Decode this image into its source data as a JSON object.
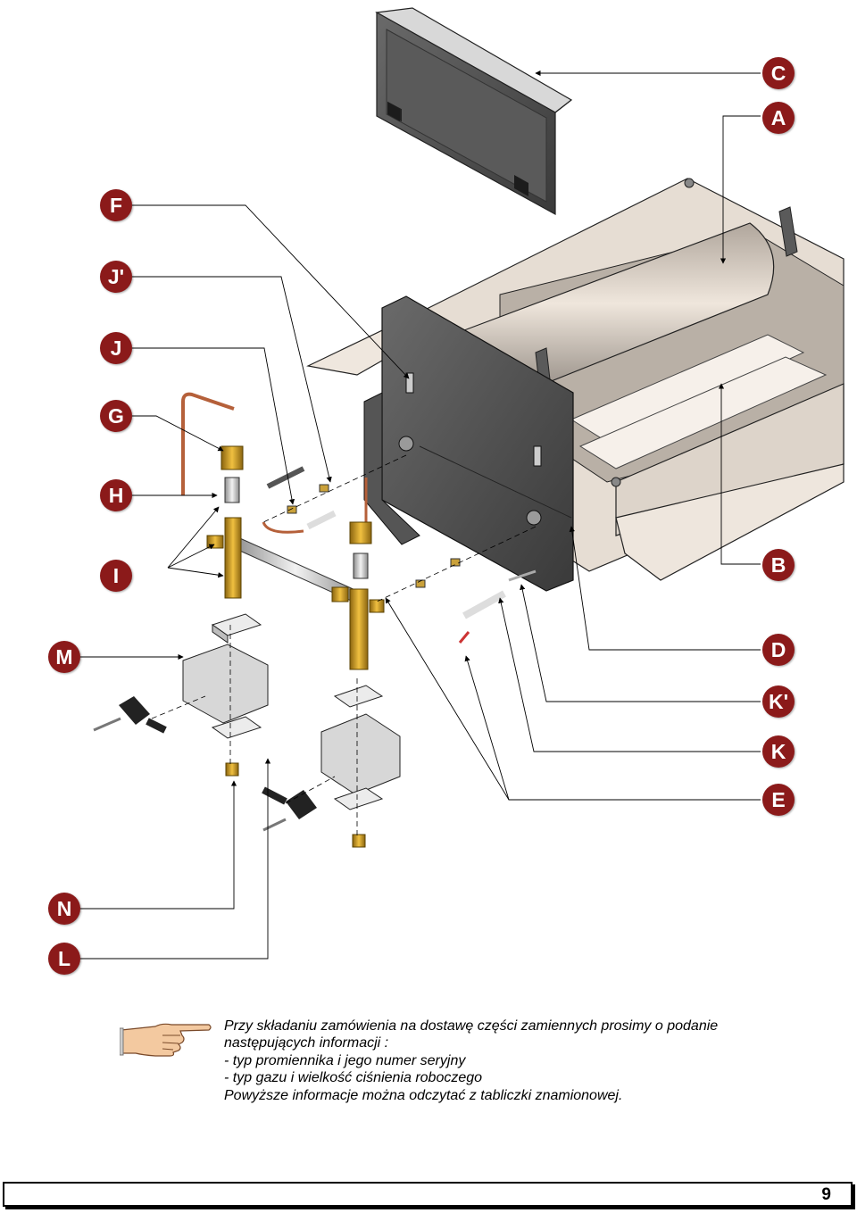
{
  "callouts": {
    "C": "C",
    "A": "A",
    "F": "F",
    "J_prime": "J'",
    "J": "J",
    "G": "G",
    "H": "H",
    "I": "I",
    "B": "B",
    "M": "M",
    "D": "D",
    "K_prime": "K'",
    "K": "K",
    "E": "E",
    "N": "N",
    "L": "L"
  },
  "colors": {
    "badge": "#8b1a1a",
    "housing": "#4a4a4a",
    "panel_light": "#e8dcd0",
    "brass": "#d9a21b",
    "copper": "#c0703f",
    "steel": "#b8c0c8"
  },
  "note": {
    "lines": [
      "Przy składaniu zamówienia na dostawę części zamiennych prosimy o podanie",
      "następujących informacji :",
      "- typ promiennika i jego numer seryjny",
      "- typ gazu i wielkość ciśnienia roboczego",
      "Powyższe informacje można odczytać z tabliczki znamionowej."
    ],
    "icon": "pointing-hand-icon"
  },
  "footer": {
    "page_number": "9"
  }
}
